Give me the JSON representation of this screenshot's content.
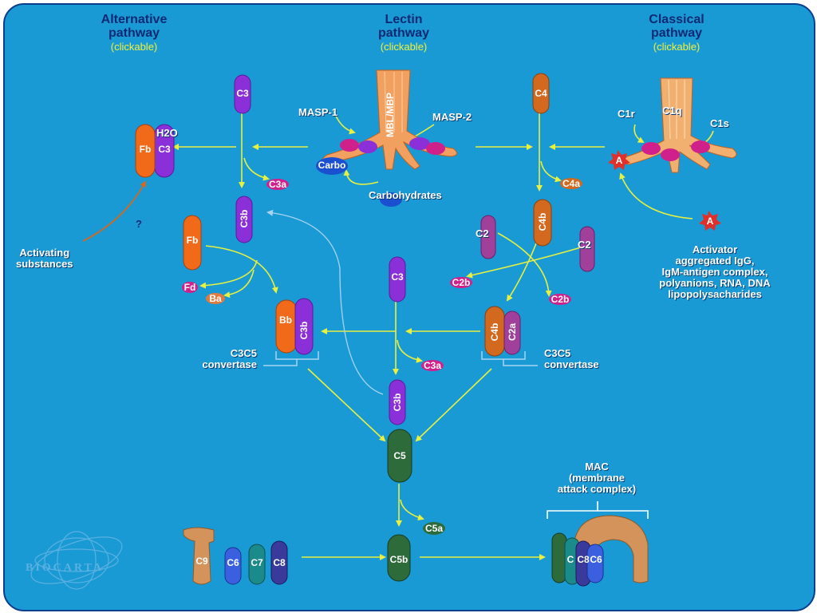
{
  "titles": {
    "alternative": {
      "line1": "Alternative",
      "line2": "pathway",
      "click": "(clickable)"
    },
    "lectin": {
      "line1": "Lectin",
      "line2": "pathway",
      "click": "(clickable)"
    },
    "classical": {
      "line1": "Classical",
      "line2": "pathway",
      "click": "(clickable)"
    }
  },
  "labels": {
    "c3_top": "C3",
    "h2o": "H2O",
    "fb_c3_fb": "Fb",
    "fb_c3_c3": "C3",
    "masp1": "MASP-1",
    "masp2": "MASP-2",
    "mbl": "MBL/MBP",
    "carbo": "Carbo",
    "carbohydrates": "Carbohydrates",
    "c3a_1": "C3a",
    "c3b_1": "C3b",
    "c4": "C4",
    "c1r": "C1r",
    "c1q": "C1q",
    "c1s": "C1s",
    "c4a": "C4a",
    "a_complex": "A",
    "a_free": "A",
    "c4b": "C4b",
    "c2_left": "C2",
    "c2_right": "C2",
    "c2b_left": "C2b",
    "c2b_right": "C2b",
    "q_mark": "?",
    "activating": "Activating\nsubstances",
    "fb": "Fb",
    "fd": "Fd",
    "ba": "Ba",
    "bb": "Bb",
    "c3b_conv": "C3b",
    "c3_mid": "C3",
    "c3a_2": "C3a",
    "c4b_conv": "C4b",
    "c2a_conv": "C2a",
    "conv_left_1": "C3C5",
    "conv_left_2": "convertase",
    "conv_right_1": "C3C5",
    "conv_right_2": "convertase",
    "c3b_2": "C3b",
    "c5": "C5",
    "c5a": "C5a",
    "c5b": "C5b",
    "activator_1": "Activator",
    "activator_2": "aggregated IgG,",
    "activator_3": "IgM-antigen complex,",
    "activator_4": "polyanions, RNA, DNA",
    "activator_5": "lipopolysacharides",
    "mac_1": "MAC",
    "mac_2": "(membrane",
    "mac_3": "attack complex)",
    "c9": "C9",
    "c6": "C6",
    "c7": "C7",
    "c8": "C8",
    "mac_c": "C",
    "mac_c8": "C8",
    "mac_c6": "C6",
    "logo": "BIOCARTA"
  },
  "colors": {
    "background": "#1a9ad4",
    "border": "#0b3d8f",
    "arrow": "#e8f040",
    "c3": "#8b2fd8",
    "c4": "#d2691e",
    "fb": "#f06a1a",
    "c5": "#2e6b3a",
    "c2": "#a0409a",
    "lectin": "#f2a060",
    "magenta": "#d0208c",
    "title": "#0b2a73"
  }
}
